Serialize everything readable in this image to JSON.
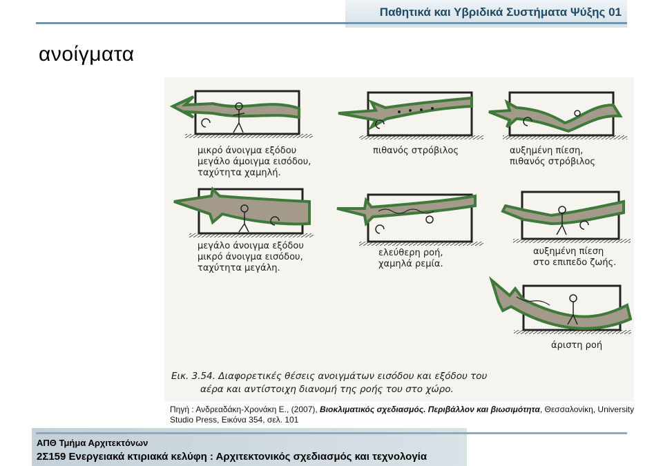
{
  "header": {
    "title": "Παθητικά και Υβριδικά Συστήματα Ψύξης 01"
  },
  "slide": {
    "title": "ανοίγματα"
  },
  "figure": {
    "panels": [
      {
        "lines": [
          "μικρό άνοιγμα εξόδου",
          "μεγάλο άμοιγμα εισόδου,",
          "ταχύτητα χαμηλή."
        ]
      },
      {
        "lines": [
          "πιθανός στρόβιλος"
        ]
      },
      {
        "lines": [
          "αυξημένη πίεση,",
          "πιθανός στρόβιλος"
        ]
      },
      {
        "lines": [
          "μεγάλο άνοιγμα εξόδου",
          "μικρό άνοιγμα εισόδου,",
          "ταχύτητα μεγάλη."
        ]
      },
      {
        "lines": [
          "ελεύθερη ροή,",
          "χαμηλά ρεμία."
        ]
      },
      {
        "lines": [
          "αυξημένη πίεση",
          "στο επιπεδο ζωής."
        ]
      },
      {
        "lines": [
          "άριστη ροή"
        ]
      }
    ],
    "caption": {
      "line1": "Εικ. 3.54. Διαφορετικές θέσεις ανοιγμάτων εισόδου και εξόδου του",
      "line2": "αέρα και αντίστοιχη διανομή της ροής του στο χώρο."
    }
  },
  "source": {
    "prefix": "Πηγή : Ανδρεαδάκη-Χρονάκη Ε., (2007), ",
    "italic": "Βιοκλιματικός σχεδιασμός. Περιβάλλον και βιωσιμότητα",
    "suffix": ", Θεσσαλονίκη, University Studio Press, Εικόνα 354, σελ. 101"
  },
  "footer": {
    "dept": "ΑΠΘ Τμήμα Αρχιτεκτόνων",
    "course": "2Σ159 Ενεργειακά κτιριακά κελύφη : Αρχιτεκτονικός σχεδιασμός και τεχνολογία"
  },
  "colors": {
    "accent": "#1d4a66",
    "line": "#6f93ac",
    "flow_green": "#3f7a3a",
    "flow_fill": "#a39a89"
  }
}
